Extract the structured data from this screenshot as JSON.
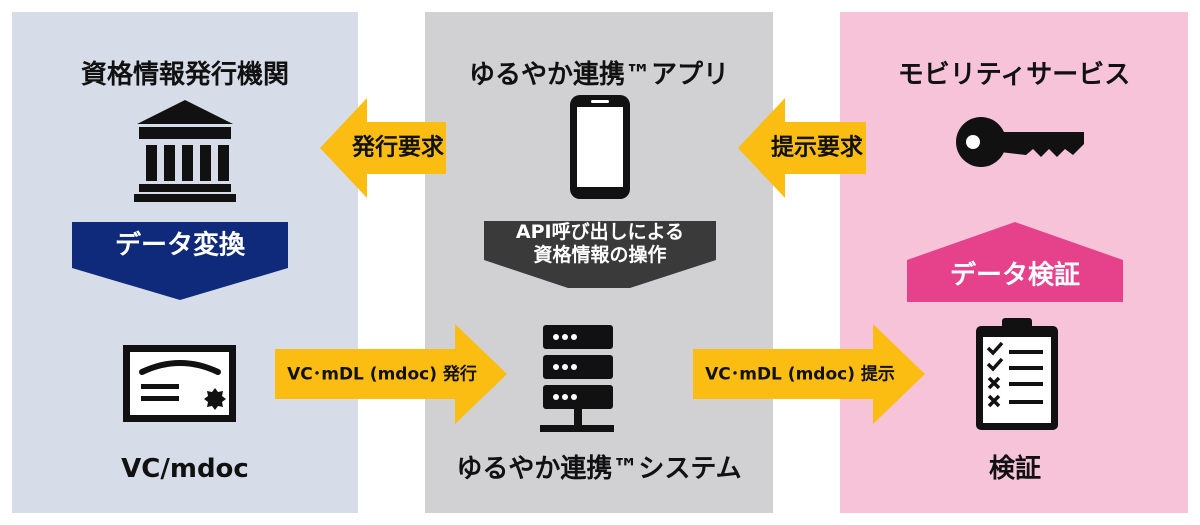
{
  "colors": {
    "left_panel": "#d7dde8",
    "middle_panel": "#d1d0d2",
    "right_panel": "#f7c3d8",
    "arrow": "#fbbd12",
    "convert": "#0f2a7a",
    "api": "#3a3a3a",
    "verify": "#e5428b",
    "icon": "#111111"
  },
  "left": {
    "title": "資格情報発行機関",
    "icon": "bank-building-icon",
    "convert_label": "データ変換",
    "doc_icon": "certificate-icon",
    "caption": "VC/mdoc"
  },
  "middle": {
    "title": "ゆるやか連携™アプリ",
    "icon": "smartphone-icon",
    "api_label_line1": "API呼び出しによる",
    "api_label_line2": "資格情報の操作",
    "server_icon": "server-icon",
    "caption": "ゆるやか連携™システム"
  },
  "right": {
    "title": "モビリティサービス",
    "icon": "key-icon",
    "verify_label": "データ検証",
    "clipboard_icon": "checklist-clipboard-icon",
    "caption": "検証"
  },
  "arrows": {
    "issue_request": "発行要求",
    "present_request": "提示要求",
    "issue": "VC･mDL (mdoc) 発行",
    "present": "VC･mDL (mdoc) 提示"
  }
}
